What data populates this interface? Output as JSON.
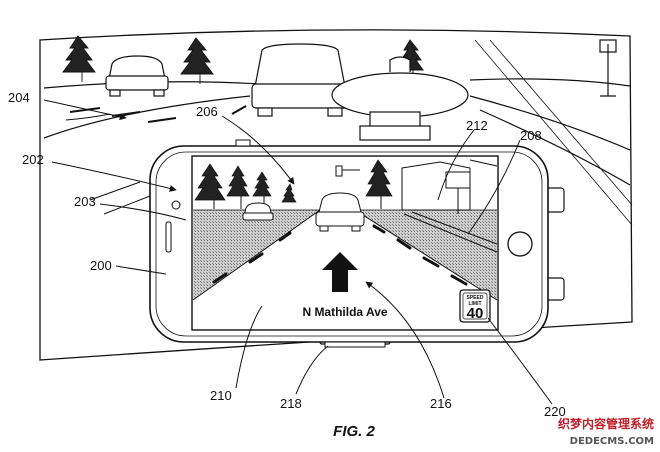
{
  "figure": {
    "caption": "FIG. 2",
    "labels": {
      "ref_200": "200",
      "ref_202": "202",
      "ref_203": "203",
      "ref_204": "204",
      "ref_206": "206",
      "ref_208": "208",
      "ref_210": "210",
      "ref_212": "212",
      "ref_216": "216",
      "ref_218": "218",
      "ref_220": "220"
    },
    "screen": {
      "street_name": "N Mathilda Ave",
      "speed_limit_caption_top": "SPEED",
      "speed_limit_caption_bottom": "LIMIT",
      "speed_limit_value": "40"
    }
  },
  "watermark": {
    "line1": "织梦内容管理系统",
    "line2": "DEDECMS.COM"
  },
  "colors": {
    "ink": "#111111",
    "road_shade": "#bdbdbd",
    "watermark_red": "#c2202b"
  }
}
